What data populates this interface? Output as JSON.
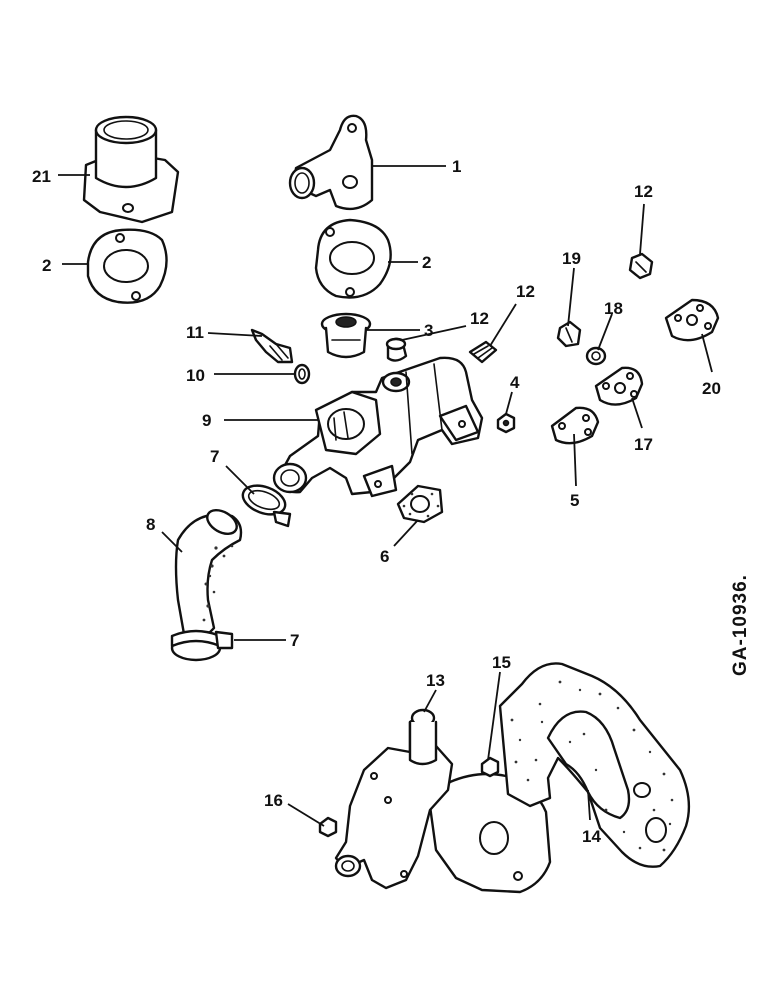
{
  "drawing_id": "GA-10936.",
  "callouts": [
    {
      "id": "c1",
      "text": "1"
    },
    {
      "id": "c2a",
      "text": "2"
    },
    {
      "id": "c2b",
      "text": "2"
    },
    {
      "id": "c3",
      "text": "3"
    },
    {
      "id": "c4",
      "text": "4"
    },
    {
      "id": "c5",
      "text": "5"
    },
    {
      "id": "c6",
      "text": "6"
    },
    {
      "id": "c7a",
      "text": "7"
    },
    {
      "id": "c7b",
      "text": "7"
    },
    {
      "id": "c8",
      "text": "8"
    },
    {
      "id": "c9",
      "text": "9"
    },
    {
      "id": "c10",
      "text": "10"
    },
    {
      "id": "c11",
      "text": "11"
    },
    {
      "id": "c12a",
      "text": "12"
    },
    {
      "id": "c12b",
      "text": "12"
    },
    {
      "id": "c12c",
      "text": "12"
    },
    {
      "id": "c13",
      "text": "13"
    },
    {
      "id": "c14",
      "text": "14"
    },
    {
      "id": "c15",
      "text": "15"
    },
    {
      "id": "c16",
      "text": "16"
    },
    {
      "id": "c17",
      "text": "17"
    },
    {
      "id": "c18",
      "text": "18"
    },
    {
      "id": "c19",
      "text": "19"
    },
    {
      "id": "c20",
      "text": "20"
    },
    {
      "id": "c21",
      "text": "21"
    }
  ]
}
